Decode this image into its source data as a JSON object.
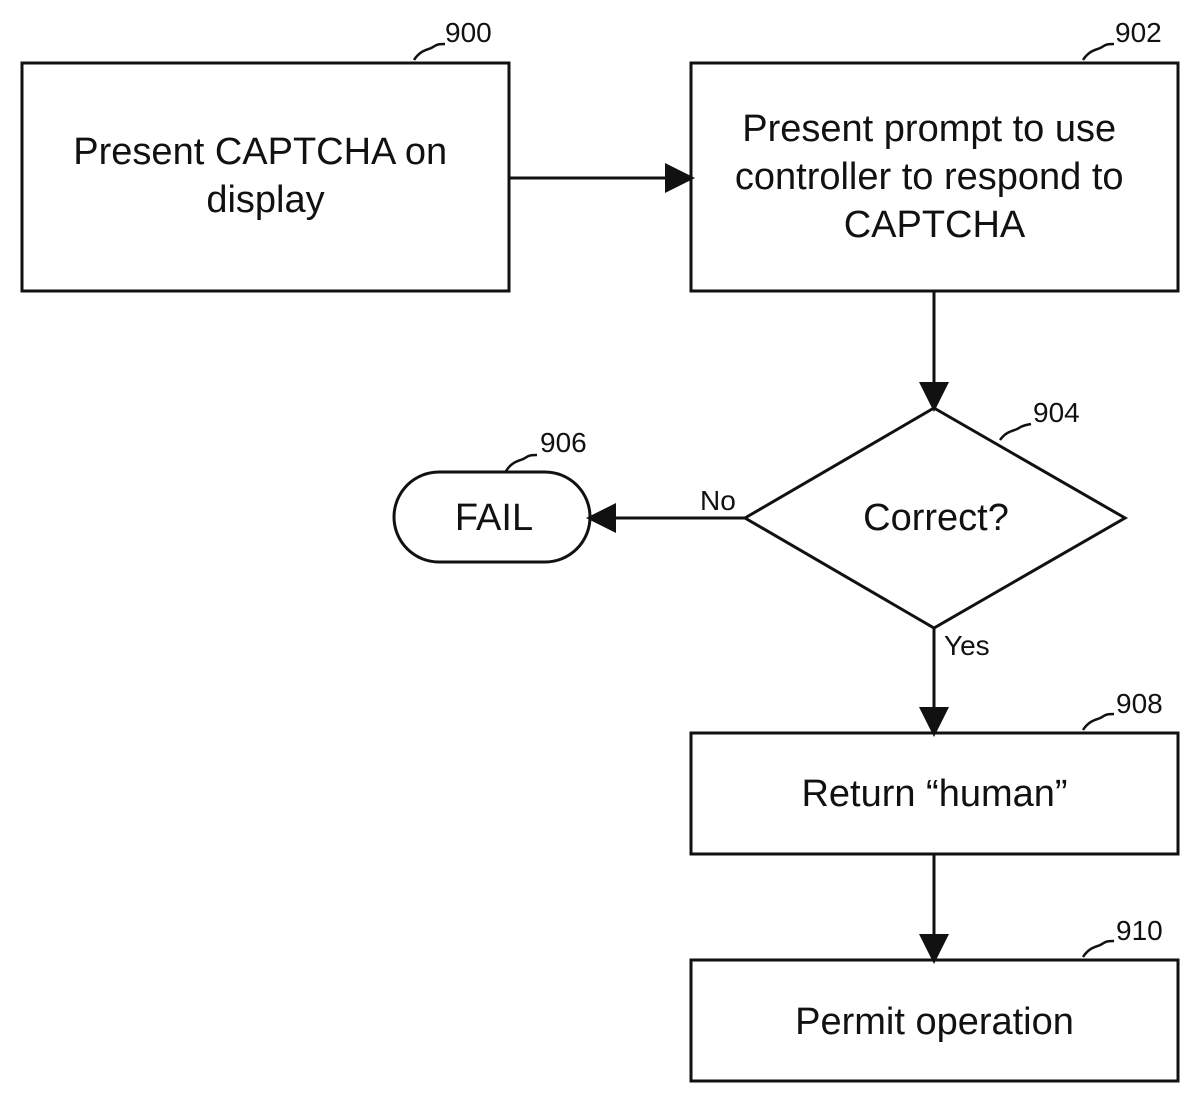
{
  "nodes": {
    "n900": {
      "ref": "900",
      "lines": [
        "Present CAPTCHA on",
        "display"
      ]
    },
    "n902": {
      "ref": "902",
      "lines": [
        "Present prompt to use",
        "controller to respond to",
        "CAPTCHA"
      ]
    },
    "n904": {
      "ref": "904",
      "lines": [
        "Correct?"
      ]
    },
    "n906": {
      "ref": "906",
      "lines": [
        "FAIL"
      ]
    },
    "n908": {
      "ref": "908",
      "lines": [
        "Return “human”"
      ]
    },
    "n910": {
      "ref": "910",
      "lines": [
        "Permit operation"
      ]
    }
  },
  "edges": {
    "no_label": "No",
    "yes_label": "Yes"
  }
}
